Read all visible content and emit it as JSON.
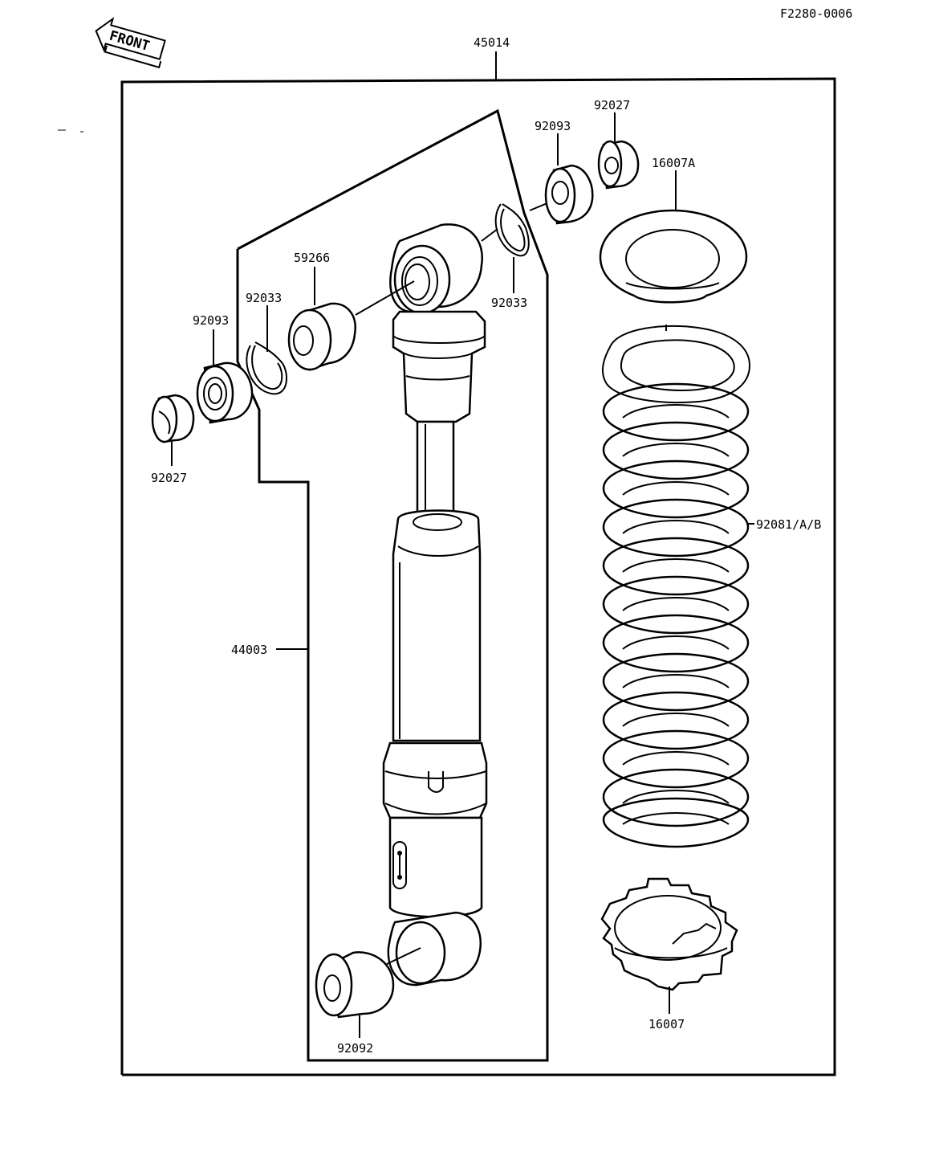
{
  "drawing_id": "F2280-0006",
  "front_label": "FRONT",
  "parts": {
    "assembly": "45014",
    "shock_unit": "44003",
    "bushing_upper": "59266",
    "bushing_lower": "92092",
    "circlip_left": "92033",
    "circlip_right": "92033",
    "bearing_left": "92093",
    "bearing_right": "92093",
    "cap_left": "92027",
    "cap_right": "92027",
    "spring_seat": "16007A",
    "spring": "92081/A/B",
    "adjuster": "16007"
  }
}
